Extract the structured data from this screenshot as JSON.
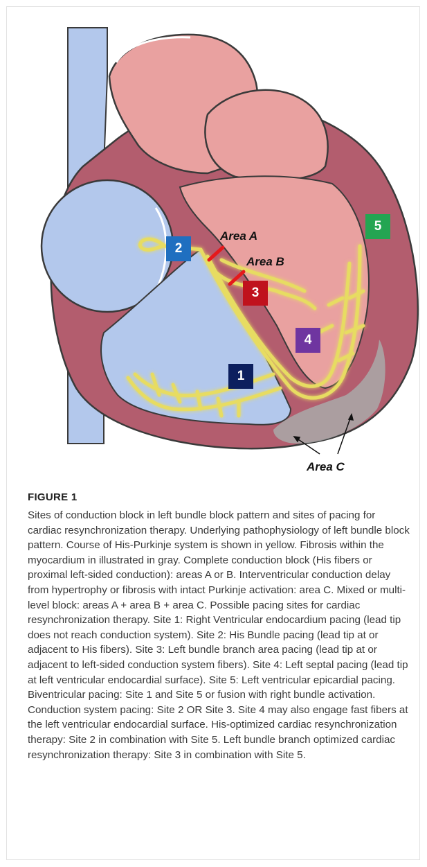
{
  "figure": {
    "label": "FIGURE 1",
    "caption": "Sites of conduction block in left bundle block pattern and sites of pacing for cardiac resynchronization therapy. Underlying pathophysiology of left bundle block pattern. Course of His-Purkinje system is shown in yellow. Fibrosis within the myocardium in illustrated in gray. Complete conduction block (His fibers or proximal left-sided conduction): areas A or B. Interventricular conduction delay from hypertrophy or fibrosis with intact Purkinje activation: area C. Mixed or multi-level block: areas A + area B + area C. Possible pacing sites for cardiac resynchronization therapy. Site 1: Right Ventricular endocardium pacing (lead tip does not reach conduction system). Site 2: His Bundle pacing (lead tip at or adjacent to His fibers). Site 3: Left bundle branch area pacing (lead tip at or adjacent to left-sided conduction system fibers). Site 4: Left septal pacing (lead tip at left ventricular endocardial surface). Site 5: Left ventricular epicardial pacing. Biventricular pacing: Site 1 and Site 5 or fusion with right bundle activation. Conduction system pacing: Site 2 OR Site 3. Site 4 may also engage fast fibers at the left ventricular endocardial surface. His-optimized cardiac resynchronization therapy: Site 2 in combination with Site 5. Left bundle branch optimized cardiac resynchronization therapy: Site 3 in combination with Site 5."
  },
  "illustration": {
    "areas": {
      "a": "Area A",
      "b": "Area B",
      "c": "Area C"
    },
    "sites": [
      {
        "label": "1",
        "color": "#0c1f5e"
      },
      {
        "label": "2",
        "color": "#1f6fc0"
      },
      {
        "label": "3",
        "color": "#c0121d"
      },
      {
        "label": "4",
        "color": "#6f35a0"
      },
      {
        "label": "5",
        "color": "#24a552"
      }
    ],
    "colors": {
      "vein": "#b3c8ec",
      "myocardium": "#b35d6e",
      "chamber": "#e9a1a0",
      "right_chamber": "#b3c8ec",
      "purkinje": "#e7dc62",
      "fibrosis": "#a9a9a9",
      "block": "#e5191b"
    }
  }
}
